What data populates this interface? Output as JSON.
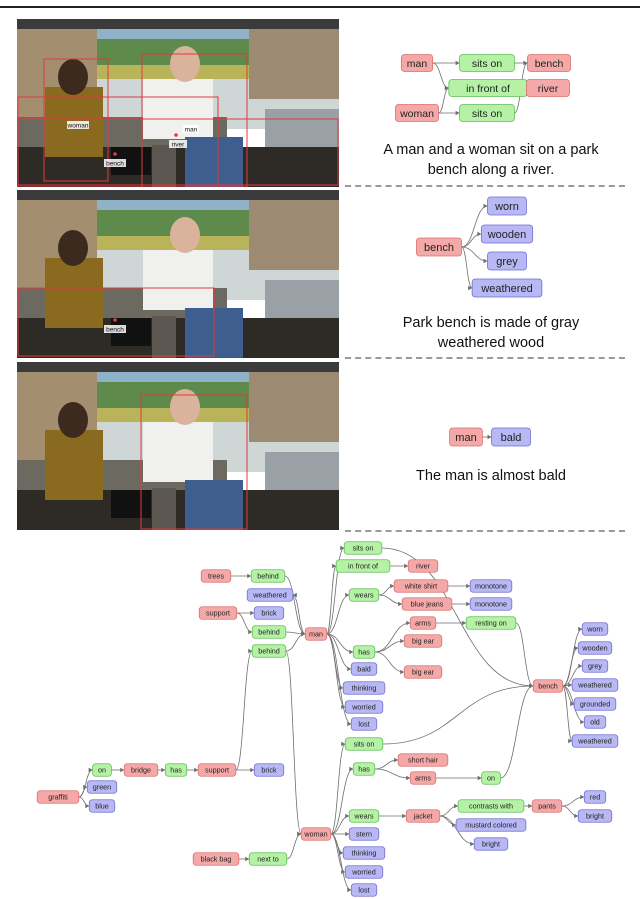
{
  "colors": {
    "object_fill": "#f4a9a8",
    "object_stroke": "#d9706e",
    "relation_fill": "#b6f2a6",
    "relation_stroke": "#5fbf55",
    "attribute_fill": "#b8b8f4",
    "attribute_stroke": "#6f6fd2",
    "box_stroke": "#e23b3b",
    "edge": "#6e6e6e",
    "divider": "#9a9a9a"
  },
  "panels": [
    {
      "caption_lines": [
        "A man and a woman sit on a park",
        "bench along a river."
      ],
      "box_labels": [
        "woman",
        "man",
        "bench",
        "river"
      ]
    },
    {
      "caption_lines": [
        "Park bench is made of gray",
        "weathered wood"
      ],
      "box_labels": [
        "bench"
      ]
    },
    {
      "caption_lines": [
        "The man is almost bald"
      ],
      "box_labels": []
    }
  ],
  "graphs": [
    {
      "nodes": [
        {
          "label": "man",
          "type": "object"
        },
        {
          "label": "sits on",
          "type": "relation"
        },
        {
          "label": "bench",
          "type": "object"
        },
        {
          "label": "in front of",
          "type": "relation"
        },
        {
          "label": "river",
          "type": "object"
        },
        {
          "label": "woman",
          "type": "object"
        },
        {
          "label": "sits on",
          "type": "relation"
        }
      ],
      "edges": [
        [
          0,
          1
        ],
        [
          1,
          2
        ],
        [
          0,
          3
        ],
        [
          3,
          4
        ],
        [
          5,
          3
        ],
        [
          5,
          6
        ],
        [
          6,
          2
        ]
      ]
    },
    {
      "nodes": [
        {
          "label": "bench",
          "type": "object"
        },
        {
          "label": "worn",
          "type": "attribute"
        },
        {
          "label": "wooden",
          "type": "attribute"
        },
        {
          "label": "grey",
          "type": "attribute"
        },
        {
          "label": "weathered",
          "type": "attribute"
        }
      ],
      "edges": [
        [
          0,
          1
        ],
        [
          0,
          2
        ],
        [
          0,
          3
        ],
        [
          0,
          4
        ]
      ]
    },
    {
      "nodes": [
        {
          "label": "man",
          "type": "object"
        },
        {
          "label": "bald",
          "type": "attribute"
        }
      ],
      "edges": [
        [
          0,
          1
        ]
      ]
    }
  ],
  "full_graph": {
    "nodes": [
      {
        "id": "man",
        "label": "man",
        "type": "object"
      },
      {
        "id": "sitson1",
        "label": "sits on",
        "type": "relation"
      },
      {
        "id": "infront",
        "label": "in front of",
        "type": "relation"
      },
      {
        "id": "river",
        "label": "river",
        "type": "object"
      },
      {
        "id": "trees",
        "label": "trees",
        "type": "object"
      },
      {
        "id": "behind1",
        "label": "behind",
        "type": "relation"
      },
      {
        "id": "weathered_s",
        "label": "weathered",
        "type": "attribute"
      },
      {
        "id": "support1",
        "label": "support",
        "type": "object"
      },
      {
        "id": "brick1",
        "label": "brick",
        "type": "attribute"
      },
      {
        "id": "behind2",
        "label": "behind",
        "type": "relation"
      },
      {
        "id": "behind3",
        "label": "behind",
        "type": "relation"
      },
      {
        "id": "wears1",
        "label": "wears",
        "type": "relation"
      },
      {
        "id": "whiteshirt",
        "label": "white shirt",
        "type": "object"
      },
      {
        "id": "monotone1",
        "label": "monotone",
        "type": "attribute"
      },
      {
        "id": "bluejeans",
        "label": "blue jeans",
        "type": "object"
      },
      {
        "id": "monotone2",
        "label": "monotone",
        "type": "attribute"
      },
      {
        "id": "arms1",
        "label": "arms",
        "type": "object"
      },
      {
        "id": "restingon",
        "label": "resting on",
        "type": "relation"
      },
      {
        "id": "has1",
        "label": "has",
        "type": "relation"
      },
      {
        "id": "bigear1",
        "label": "big ear",
        "type": "object"
      },
      {
        "id": "bigear2",
        "label": "big ear",
        "type": "object"
      },
      {
        "id": "bald",
        "label": "bald",
        "type": "attribute"
      },
      {
        "id": "thinking1",
        "label": "thinking",
        "type": "attribute"
      },
      {
        "id": "worried1",
        "label": "worried",
        "type": "attribute"
      },
      {
        "id": "lost1",
        "label": "lost",
        "type": "attribute"
      },
      {
        "id": "bench",
        "label": "bench",
        "type": "object"
      },
      {
        "id": "worn",
        "label": "worn",
        "type": "attribute"
      },
      {
        "id": "wooden",
        "label": "wooden",
        "type": "attribute"
      },
      {
        "id": "grey",
        "label": "grey",
        "type": "attribute"
      },
      {
        "id": "weathered_b",
        "label": "weathered",
        "type": "attribute"
      },
      {
        "id": "grounded",
        "label": "grounded",
        "type": "attribute"
      },
      {
        "id": "old",
        "label": "old",
        "type": "attribute"
      },
      {
        "id": "weathered_b2",
        "label": "weathered",
        "type": "attribute"
      },
      {
        "id": "sitson2",
        "label": "sits on",
        "type": "relation"
      },
      {
        "id": "has2",
        "label": "has",
        "type": "relation"
      },
      {
        "id": "shorthair",
        "label": "short hair",
        "type": "object"
      },
      {
        "id": "arms2",
        "label": "arms",
        "type": "object"
      },
      {
        "id": "on2",
        "label": "on",
        "type": "relation"
      },
      {
        "id": "graffiti",
        "label": "graffiti",
        "type": "object"
      },
      {
        "id": "on1",
        "label": "on",
        "type": "relation"
      },
      {
        "id": "green",
        "label": "green",
        "type": "attribute"
      },
      {
        "id": "blue",
        "label": "blue",
        "type": "attribute"
      },
      {
        "id": "bridge",
        "label": "bridge",
        "type": "object"
      },
      {
        "id": "has3",
        "label": "has",
        "type": "relation"
      },
      {
        "id": "support2",
        "label": "support",
        "type": "object"
      },
      {
        "id": "brick2",
        "label": "brick",
        "type": "attribute"
      },
      {
        "id": "wears2",
        "label": "wears",
        "type": "relation"
      },
      {
        "id": "jacket",
        "label": "jacket",
        "type": "object"
      },
      {
        "id": "contrasts",
        "label": "contrasts with",
        "type": "relation"
      },
      {
        "id": "pants",
        "label": "pants",
        "type": "object"
      },
      {
        "id": "red",
        "label": "red",
        "type": "attribute"
      },
      {
        "id": "bright1",
        "label": "bright",
        "type": "attribute"
      },
      {
        "id": "mustard",
        "label": "mustard colored",
        "type": "attribute"
      },
      {
        "id": "bright2",
        "label": "bright",
        "type": "attribute"
      },
      {
        "id": "woman",
        "label": "woman",
        "type": "object"
      },
      {
        "id": "stern",
        "label": "stern",
        "type": "attribute"
      },
      {
        "id": "thinking2",
        "label": "thinking",
        "type": "attribute"
      },
      {
        "id": "worried2",
        "label": "worried",
        "type": "attribute"
      },
      {
        "id": "lost2",
        "label": "lost",
        "type": "attribute"
      },
      {
        "id": "blackbag",
        "label": "black bag",
        "type": "object"
      },
      {
        "id": "nextto",
        "label": "next to",
        "type": "relation"
      }
    ],
    "edges": [
      [
        "man",
        "sitson1"
      ],
      [
        "sitson1",
        "bench"
      ],
      [
        "man",
        "infront"
      ],
      [
        "infront",
        "river"
      ],
      [
        "trees",
        "behind1"
      ],
      [
        "behind1",
        "man"
      ],
      [
        "support1",
        "brick1"
      ],
      [
        "support1",
        "behind2"
      ],
      [
        "behind2",
        "man"
      ],
      [
        "behind3",
        "man"
      ],
      [
        "man",
        "wears1"
      ],
      [
        "wears1",
        "whiteshirt"
      ],
      [
        "wears1",
        "bluejeans"
      ],
      [
        "whiteshirt",
        "monotone1"
      ],
      [
        "bluejeans",
        "monotone2"
      ],
      [
        "man",
        "has1"
      ],
      [
        "has1",
        "arms1"
      ],
      [
        "has1",
        "bigear1"
      ],
      [
        "has1",
        "bigear2"
      ],
      [
        "arms1",
        "restingon"
      ],
      [
        "restingon",
        "bench"
      ],
      [
        "man",
        "bald"
      ],
      [
        "man",
        "thinking1"
      ],
      [
        "man",
        "worried1"
      ],
      [
        "man",
        "lost1"
      ],
      [
        "man",
        "weathered_s"
      ],
      [
        "bench",
        "worn"
      ],
      [
        "bench",
        "wooden"
      ],
      [
        "bench",
        "grey"
      ],
      [
        "bench",
        "weathered_b"
      ],
      [
        "bench",
        "grounded"
      ],
      [
        "bench",
        "old"
      ],
      [
        "bench",
        "weathered_b2"
      ],
      [
        "woman",
        "sitson2"
      ],
      [
        "sitson2",
        "bench"
      ],
      [
        "woman",
        "has2"
      ],
      [
        "has2",
        "shorthair"
      ],
      [
        "has2",
        "arms2"
      ],
      [
        "arms2",
        "on2"
      ],
      [
        "on2",
        "bench"
      ],
      [
        "graffiti",
        "on1"
      ],
      [
        "graffiti",
        "green"
      ],
      [
        "graffiti",
        "blue"
      ],
      [
        "on1",
        "bridge"
      ],
      [
        "bridge",
        "has3"
      ],
      [
        "has3",
        "support2"
      ],
      [
        "support2",
        "brick2"
      ],
      [
        "support2",
        "behind3"
      ],
      [
        "woman",
        "wears2"
      ],
      [
        "wears2",
        "jacket"
      ],
      [
        "jacket",
        "contrasts"
      ],
      [
        "contrasts",
        "pants"
      ],
      [
        "pants",
        "red"
      ],
      [
        "pants",
        "bright1"
      ],
      [
        "jacket",
        "mustard"
      ],
      [
        "jacket",
        "bright2"
      ],
      [
        "woman",
        "stern"
      ],
      [
        "woman",
        "thinking2"
      ],
      [
        "woman",
        "worried2"
      ],
      [
        "woman",
        "lost2"
      ],
      [
        "blackbag",
        "nextto"
      ],
      [
        "nextto",
        "woman"
      ],
      [
        "behind3",
        "woman"
      ]
    ]
  }
}
